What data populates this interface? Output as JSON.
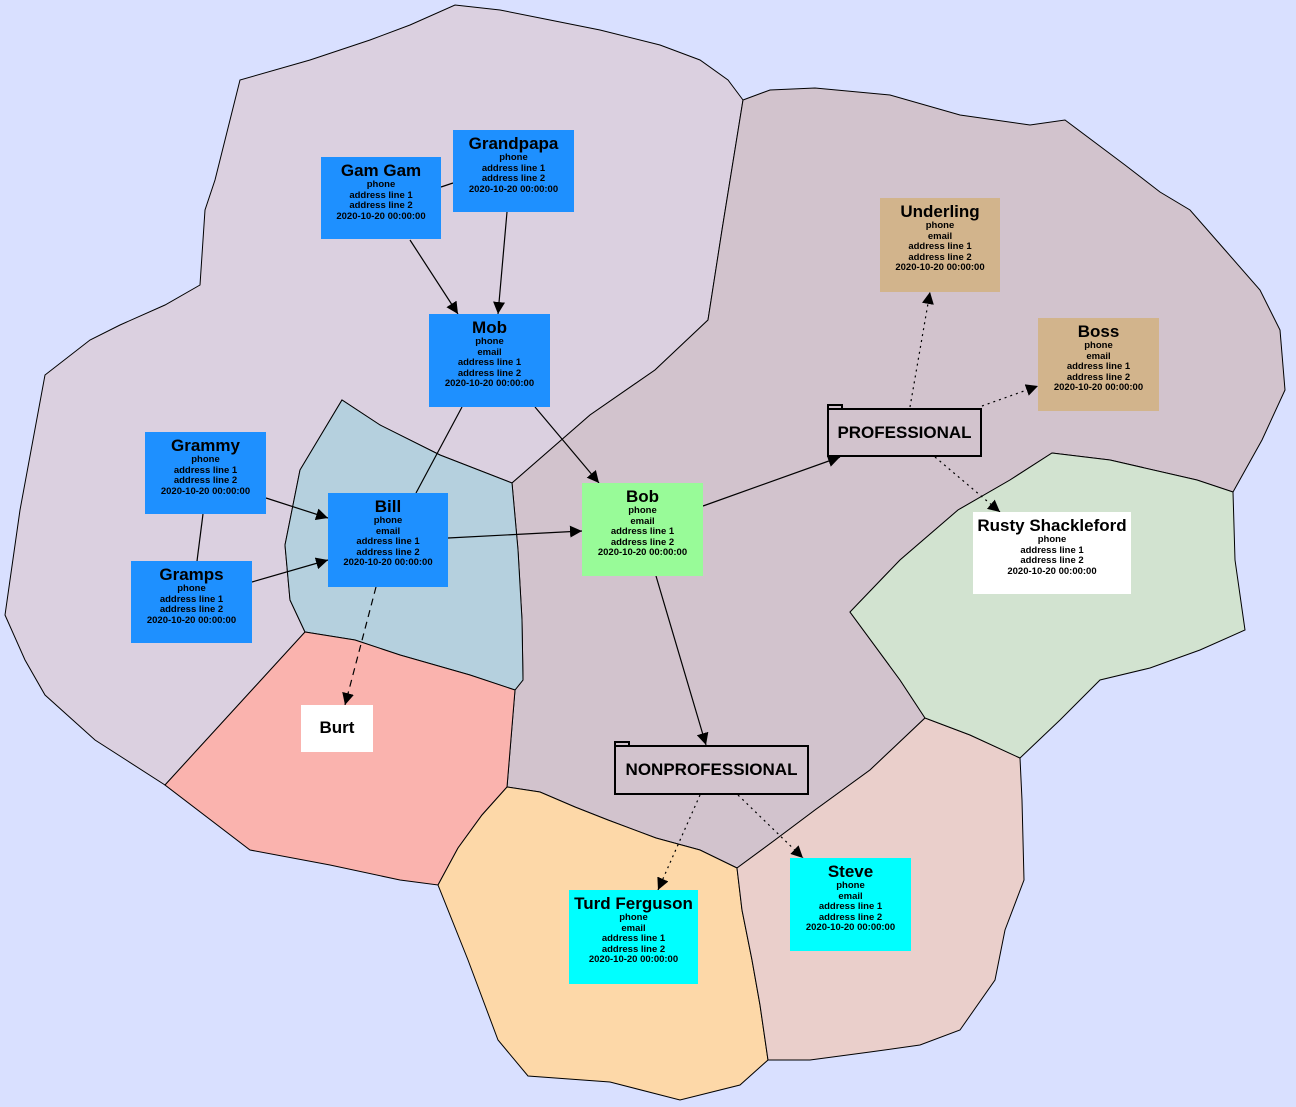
{
  "colors": {
    "background": "#d9e0ff",
    "family_region": "#dbd0e0",
    "work_region": "#d2c3cd",
    "bill_region": "#b5d0de",
    "burt_region": "#fab3ae",
    "turd_region": "#fdd8a8",
    "steve_region": "#eacfcb",
    "rusty_region": "#d2e3d0",
    "family_node": "#1e90ff",
    "bob_node": "#98fb98",
    "work_node": "#d2b48c",
    "service_node": "#00ffff",
    "plain_node": "#ffffff"
  },
  "nodes": {
    "gamgam": {
      "name": "Gam Gam",
      "lines": [
        "phone",
        "address line 1",
        "address line 2",
        "2020-10-20 00:00:00"
      ]
    },
    "grandpapa": {
      "name": "Grandpapa",
      "lines": [
        "phone",
        "address line 1",
        "address line 2",
        "2020-10-20 00:00:00"
      ]
    },
    "mob": {
      "name": "Mob",
      "lines": [
        "phone",
        "email",
        "address line 1",
        "address line 2",
        "2020-10-20 00:00:00"
      ]
    },
    "grammy": {
      "name": "Grammy",
      "lines": [
        "phone",
        "address line 1",
        "address line 2",
        "2020-10-20 00:00:00"
      ]
    },
    "gramps": {
      "name": "Gramps",
      "lines": [
        "phone",
        "address line 1",
        "address line 2",
        "2020-10-20 00:00:00"
      ]
    },
    "bill": {
      "name": "Bill",
      "lines": [
        "phone",
        "email",
        "address line 1",
        "address line 2",
        "2020-10-20 00:00:00"
      ]
    },
    "bob": {
      "name": "Bob",
      "lines": [
        "phone",
        "email",
        "address line 1",
        "address line 2",
        "2020-10-20 00:00:00"
      ]
    },
    "burt": {
      "name": "Burt",
      "lines": []
    },
    "underling": {
      "name": "Underling",
      "lines": [
        "phone",
        "email",
        "address line 1",
        "address line 2",
        "2020-10-20 00:00:00"
      ]
    },
    "boss": {
      "name": "Boss",
      "lines": [
        "phone",
        "email",
        "address line 1",
        "address line 2",
        "2020-10-20 00:00:00"
      ]
    },
    "rusty": {
      "name": "Rusty Shackleford",
      "lines": [
        "phone",
        "address line 1",
        "address line 2",
        "2020-10-20 00:00:00"
      ]
    },
    "turd": {
      "name": "Turd Ferguson",
      "lines": [
        "phone",
        "email",
        "address line 1",
        "address line 2",
        "2020-10-20 00:00:00"
      ]
    },
    "steve": {
      "name": "Steve",
      "lines": [
        "phone",
        "email",
        "address line 1",
        "address line 2",
        "2020-10-20 00:00:00"
      ]
    }
  },
  "groups": {
    "professional": "PROFESSIONAL",
    "nonprofessional": "NONPROFESSIONAL"
  }
}
